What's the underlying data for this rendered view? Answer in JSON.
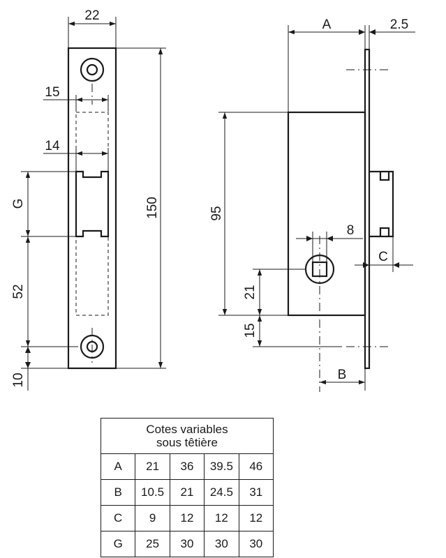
{
  "dimensions": {
    "strike_width": "22",
    "strike_height": "150",
    "opening_top_width": "15",
    "opening_width": "14",
    "strike_g": "G",
    "strike_52": "52",
    "strike_10": "10",
    "dim_a": "A",
    "dim_2_5": "2.5",
    "dim_95": "95",
    "dim_8": "8",
    "dim_c": "C",
    "dim_21": "21",
    "dim_15": "15",
    "dim_b": "B"
  },
  "table": {
    "title_line1": "Cotes variables",
    "title_line2": "sous têtière",
    "rows": [
      {
        "label": "A",
        "values": [
          "21",
          "36",
          "39.5",
          "46"
        ]
      },
      {
        "label": "B",
        "values": [
          "10.5",
          "21",
          "24.5",
          "31"
        ]
      },
      {
        "label": "C",
        "values": [
          "9",
          "12",
          "12",
          "12"
        ]
      },
      {
        "label": "G",
        "values": [
          "25",
          "30",
          "30",
          "30"
        ]
      }
    ]
  }
}
